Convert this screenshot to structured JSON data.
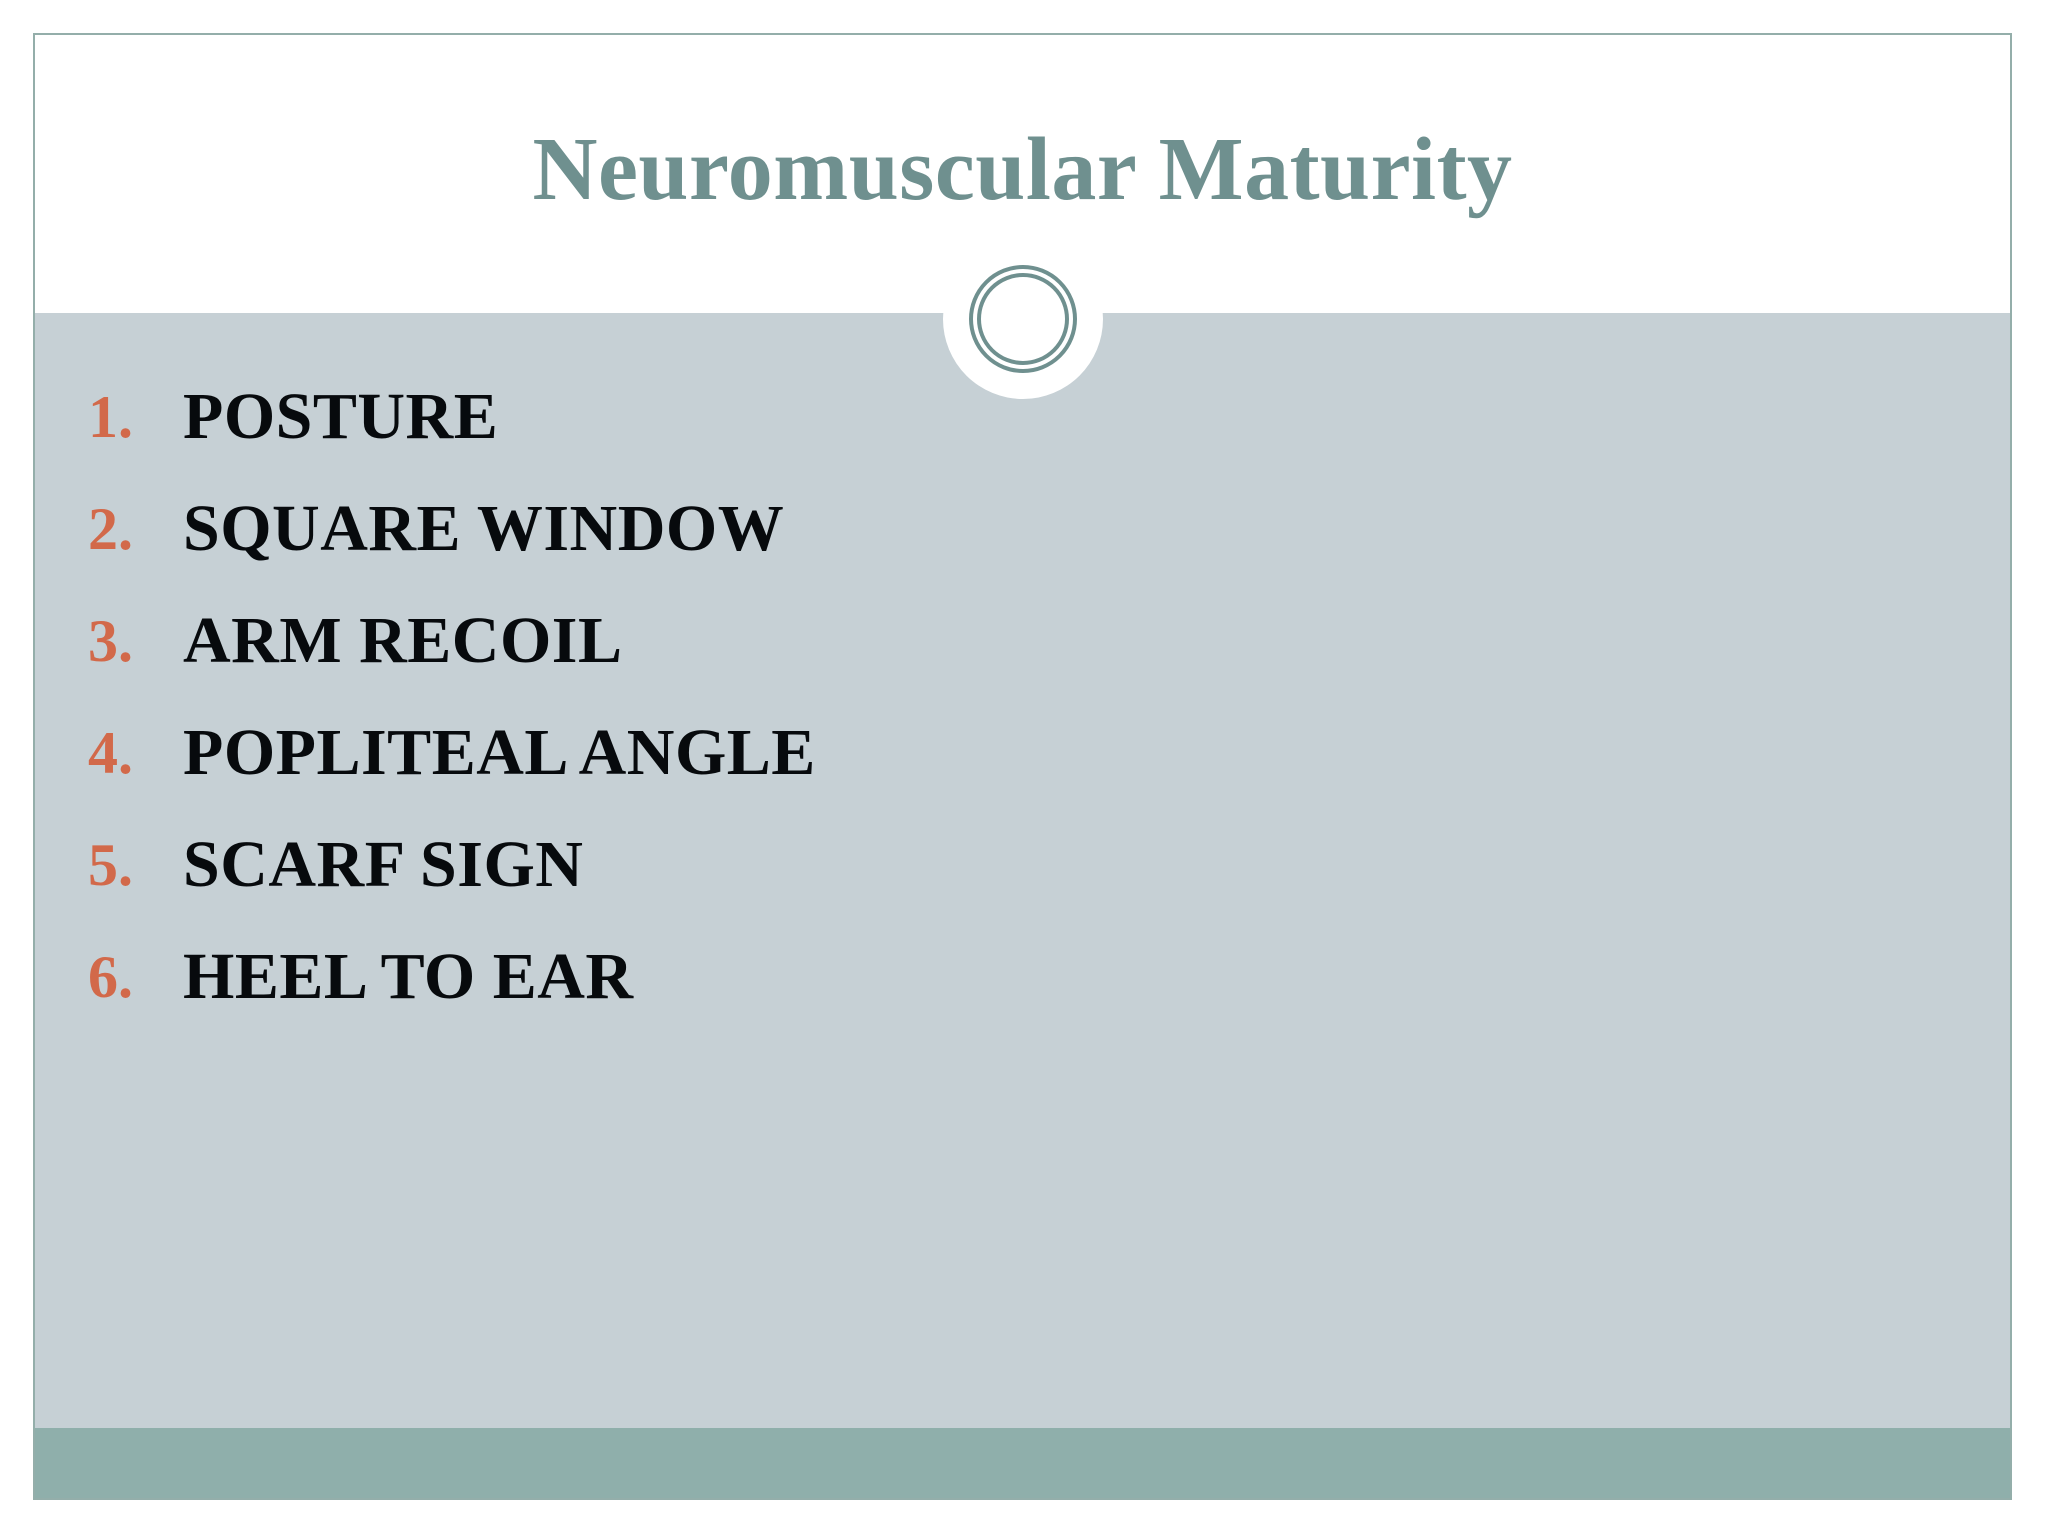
{
  "slide": {
    "title": "Neuromuscular Maturity",
    "ornament_icon": "concentric-circles-ornament",
    "colors": {
      "title_text": "#6f908f",
      "body_background": "#c6d0d5",
      "title_background": "#ffffff",
      "footer_bar": "#8fafab",
      "slide_border": "#94aeaa",
      "number_accent": "#d2694a",
      "item_text": "#070a0d",
      "divider_line": "#7d949a"
    },
    "content_list": [
      {
        "number": "1.",
        "label": "POSTURE"
      },
      {
        "number": "2.",
        "label": "SQUARE WINDOW"
      },
      {
        "number": "3.",
        "label": "ARM RECOIL"
      },
      {
        "number": "4.",
        "label": "POPLITEAL ANGLE"
      },
      {
        "number": "5.",
        "label": "SCARF SIGN"
      },
      {
        "number": "6.",
        "label": "HEEL TO EAR"
      }
    ]
  }
}
